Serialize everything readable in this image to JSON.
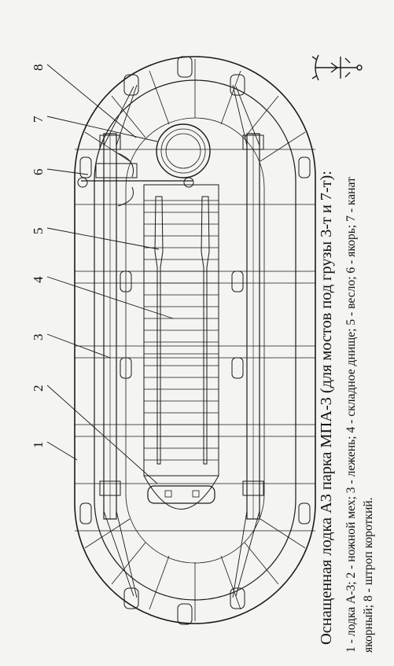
{
  "caption": {
    "title": "Оснащенная лодка А3 парка МПА-3 (для мостов под грузы 3-т и 7-т):",
    "legend_line1": "1 - лодка А-3; 2 - ножной мех; 3 - лежень; 4 - складное днище; 5 - весло; 6 - якорь; 7 - канат",
    "legend_line2": "якорный; 8 - штроп короткий."
  },
  "callouts": [
    "1",
    "2",
    "3",
    "4",
    "5",
    "6",
    "7",
    "8"
  ],
  "emblem": {
    "icon": "anchor-emblem-icon"
  },
  "colors": {
    "ink": "#1a1a1a",
    "paper": "#f4f4f2"
  }
}
